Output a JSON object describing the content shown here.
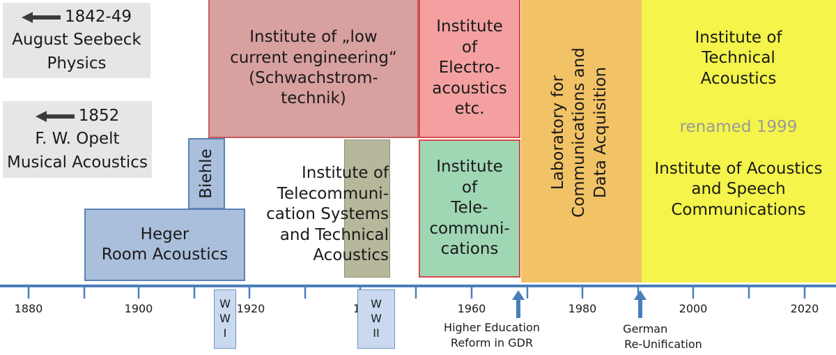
{
  "history": [
    {
      "years": "1842-49",
      "lines": [
        "August Seebeck",
        "Physics"
      ]
    },
    {
      "years": "1852",
      "lines": [
        "F. W. Opelt",
        "Musical Acoustics"
      ]
    }
  ],
  "institutes": {
    "low_current": [
      "Institute of „low",
      "current engineering“",
      "(Schwachstrom-",
      "technik)"
    ],
    "electroacoustics": [
      "Institute",
      "of",
      "Electro-",
      "acoustics",
      "etc."
    ],
    "telecommunications": [
      "Institute",
      "of",
      "Tele-",
      "communi-",
      "cations"
    ],
    "laboratory": [
      "Laboratory for",
      "Communications and",
      "Data Acquisition"
    ],
    "technical_acoustics": [
      "Institute of",
      "Technical",
      "Acoustics"
    ],
    "renamed": "renamed 1999",
    "acoustics_speech": [
      "Institute of Acoustics",
      "and Speech",
      "Communications"
    ],
    "telecom_systems": [
      "Institute of",
      "Telecommuni-",
      "cation Systems",
      "and Technical",
      "Acoustics"
    ],
    "heger": [
      "Heger",
      "Room Acoustics"
    ],
    "biehle": "Biehle"
  },
  "wars": {
    "ww1": [
      "W",
      "W",
      "I"
    ],
    "ww2": [
      "W",
      "W",
      "II"
    ]
  },
  "timeline": {
    "ticks": [
      "1880",
      "1900",
      "1920",
      "19",
      "1960",
      "1980",
      "2000",
      "2020"
    ],
    "events": [
      {
        "lines": [
          "Higher Education",
          "Reform in GDR"
        ]
      },
      {
        "lines": [
          "German",
          "Re-Unification"
        ]
      }
    ]
  },
  "colors": {
    "axis": "#4a7ebb",
    "grey_box": "#e6e6e6",
    "low_current": "#d9a0a0",
    "electroacoustics": "#f4a0a0",
    "telecommunications": "#9fd6b4",
    "laboratory": "#f2c266",
    "yellow": "#f4f44a",
    "heger": "#a9bfdc",
    "olive": "#b7b89b",
    "renamed_text": "#9a9a9a"
  },
  "icons": {
    "history_arrow": "arrow-left-icon",
    "event_arrow": "arrow-up-icon"
  }
}
